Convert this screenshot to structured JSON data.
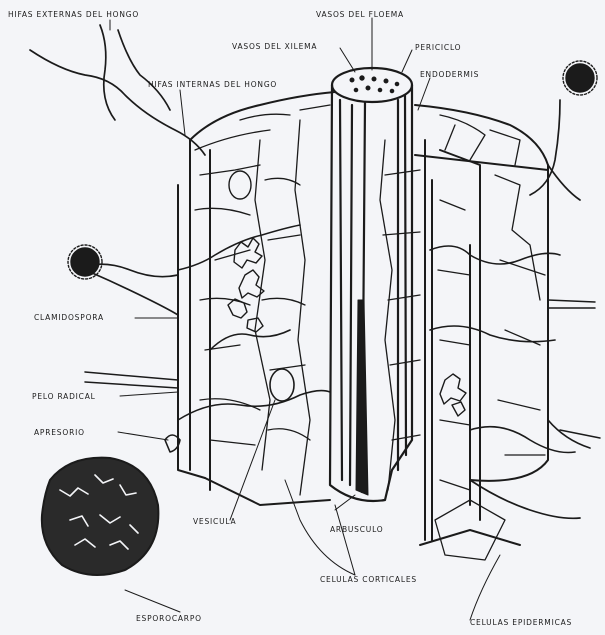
{
  "labels": {
    "hifas_externas": "HIFAS EXTERNAS DEL HONGO",
    "vasos_floema": "VASOS DEL FLOEMA",
    "vasos_xilema": "VASOS DEL XILEMA",
    "periciclo": "PERICICLO",
    "endodermis": "ENDODERMIS",
    "hifas_internas": "HIFAS INTERNAS DEL HONGO",
    "clamidospora": "CLAMIDOSPORA",
    "pelo_radical": "PELO RADICAL",
    "apresorio": "APRESORIO",
    "vesicula": "VESICULA",
    "arbusculo": "ARBUSCULO",
    "celulas_corticales": "CELULAS CORTICALES",
    "esporocarpo": "ESPOROCARPO",
    "celulas_epidermicas": "CELULAS EPIDERMICAS"
  },
  "colors": {
    "ink": "#1b1b1b",
    "paper": "#f4f5f8"
  }
}
